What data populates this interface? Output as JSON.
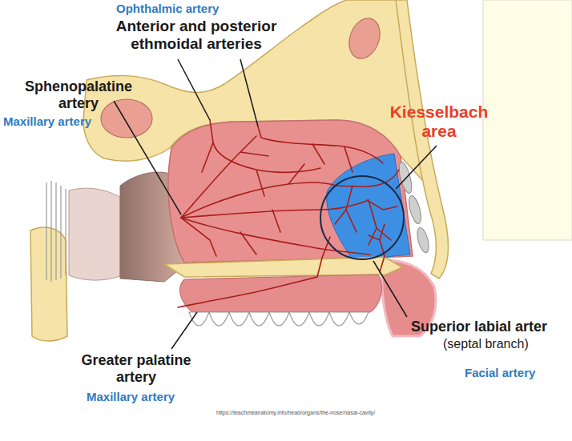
{
  "diagram": {
    "labels": [
      "Ophthalmic artery",
      "Anterior and posterior ethmoidal arteries",
      "Sphenopalatine artery",
      "Maxillary artery",
      "Kiesselbach area",
      "Superior labial arter",
      "(septal branch)",
      "Facial artery",
      "Greater palatine artery",
      "Maxillary artery",
      "https://teachmeanatomy.info/head/organs/the-nose/nasal-cavity/"
    ]
  }
}
